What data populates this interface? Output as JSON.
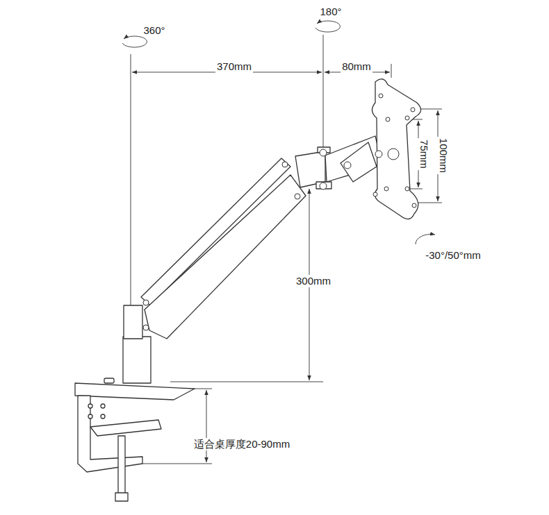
{
  "diagram": {
    "labels": [
      "360°",
      "180°",
      "370mm",
      "80mm",
      "75mm",
      "100mm",
      "-30°/50°mm",
      "300mm",
      "适合桌厚度20-90mm"
    ]
  }
}
